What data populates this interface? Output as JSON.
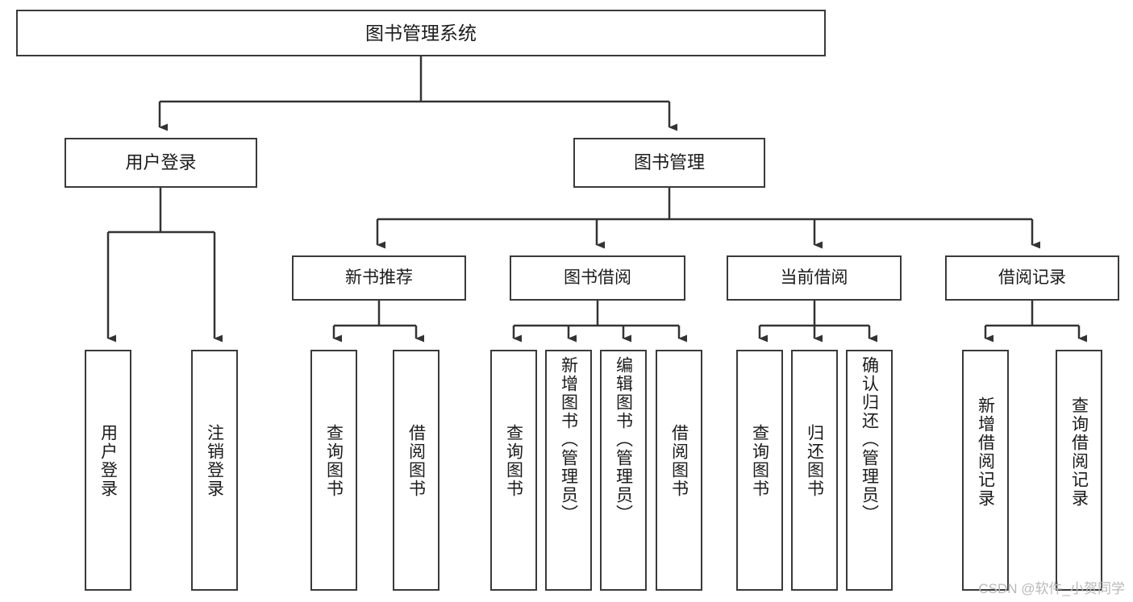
{
  "diagram": {
    "title": "图书管理系统",
    "type": "hierarchy-tree",
    "watermark": "CSDN @软件_小贺同学",
    "colors": {
      "box_border": "#3a3a3a",
      "box_fill": "#ffffff",
      "connector": "#333333",
      "text": "#1b1b1b",
      "watermark": "#b9b9b9"
    },
    "root": {
      "label": "图书管理系统"
    },
    "level1": [
      {
        "label": "用户登录"
      },
      {
        "label": "图书管理"
      }
    ],
    "level2": [
      {
        "label": "新书推荐"
      },
      {
        "label": "图书借阅"
      },
      {
        "label": "当前借阅"
      },
      {
        "label": "借阅记录"
      }
    ],
    "leaves": {
      "user_login": [
        {
          "label": "用户登录"
        },
        {
          "label": "注销登录"
        }
      ],
      "new_book_recommend": [
        {
          "label": "查询图书"
        },
        {
          "label": "借阅图书"
        }
      ],
      "book_borrow": [
        {
          "label": "查询图书"
        },
        {
          "label": "新增图书（管理员）"
        },
        {
          "label": "编辑图书（管理员）"
        },
        {
          "label": "借阅图书"
        }
      ],
      "current_borrow": [
        {
          "label": "查询图书"
        },
        {
          "label": "归还图书"
        },
        {
          "label": "确认归还（管理员）"
        }
      ],
      "borrow_record": [
        {
          "label": "新增借阅记录"
        },
        {
          "label": "查询借阅记录"
        }
      ]
    }
  }
}
